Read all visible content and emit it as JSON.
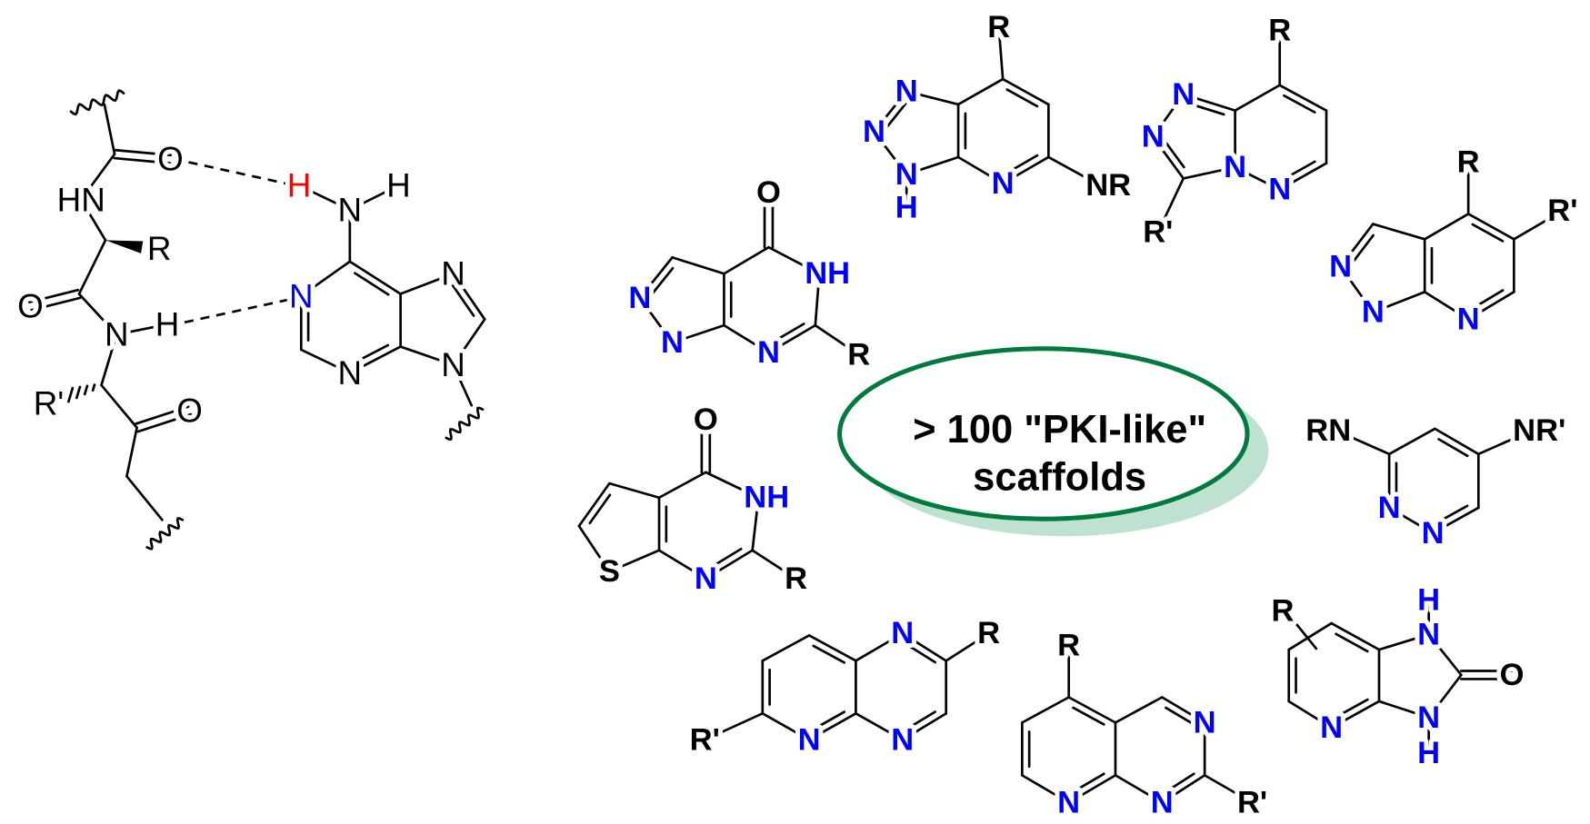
{
  "left_structure": {
    "peptide": {
      "labels": [
        "O",
        "HN",
        "R",
        "O",
        "N",
        "H",
        "R'",
        "O"
      ]
    },
    "adenine": {
      "labels": [
        "H",
        "N",
        "H",
        "N",
        "N",
        "N",
        "N"
      ]
    }
  },
  "scaffolds": [
    {
      "name": "triazolopyridine",
      "labels": [
        "R",
        "N",
        "NR",
        "N",
        "N",
        "N",
        "H"
      ]
    },
    {
      "name": "triazolopyridazine",
      "labels": [
        "R",
        "N",
        "N",
        "N",
        "N",
        "R'"
      ]
    },
    {
      "name": "pyrazolopyridine",
      "labels": [
        "R",
        "R'",
        "N",
        "N",
        "N"
      ]
    },
    {
      "name": "pyrazolopyrimidinone",
      "labels": [
        "O",
        "NH",
        "R",
        "N",
        "N",
        "N"
      ]
    },
    {
      "name": "thienopyrimidinone",
      "labels": [
        "O",
        "NH",
        "R",
        "N",
        "S"
      ]
    },
    {
      "name": "pyridazine-diamine",
      "labels": [
        "RN",
        "NR'",
        "N",
        "N"
      ]
    },
    {
      "name": "pyridopyrazine",
      "labels": [
        "N",
        "R",
        "N",
        "R'",
        "N"
      ]
    },
    {
      "name": "pyridopyrimidine",
      "labels": [
        "R",
        "N",
        "R'",
        "N",
        "N"
      ]
    },
    {
      "name": "imidazopyridinone",
      "labels": [
        "H",
        "N",
        "O",
        "N",
        "H",
        "N",
        "R"
      ]
    }
  ],
  "center_label": {
    "line1": "> 100 \"PKI-like\"",
    "line2": "scaffolds"
  },
  "colors": {
    "heteroatom_blue": "#0000ff",
    "hbond_hydrogen_red": "#ff0000",
    "text_black": "#000000",
    "ellipse_stroke": "#007a3d",
    "ellipse_shadow": "#bfe1d0"
  }
}
